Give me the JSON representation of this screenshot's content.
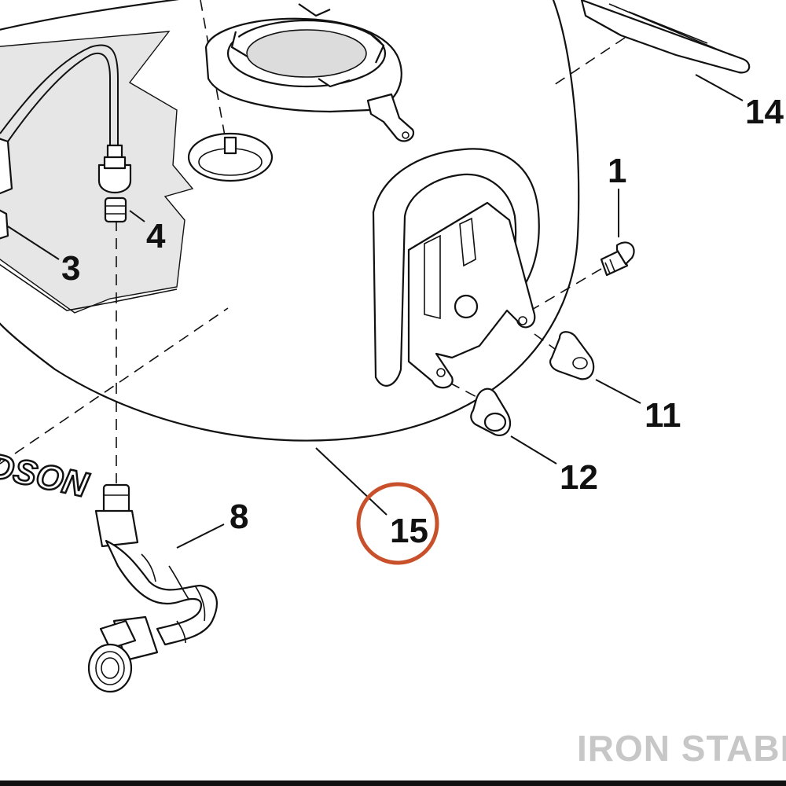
{
  "callouts": {
    "c1": "1",
    "c3": "3",
    "c4": "4",
    "c8": "8",
    "c11": "11",
    "c12": "12",
    "c14": "14",
    "c15": "15"
  },
  "highlighted_callout": "15",
  "highlight_color": "#c8502a",
  "logo_fragment": "DSON",
  "watermark": "IRON STABLE",
  "watermark_color": "#c7c7c7"
}
